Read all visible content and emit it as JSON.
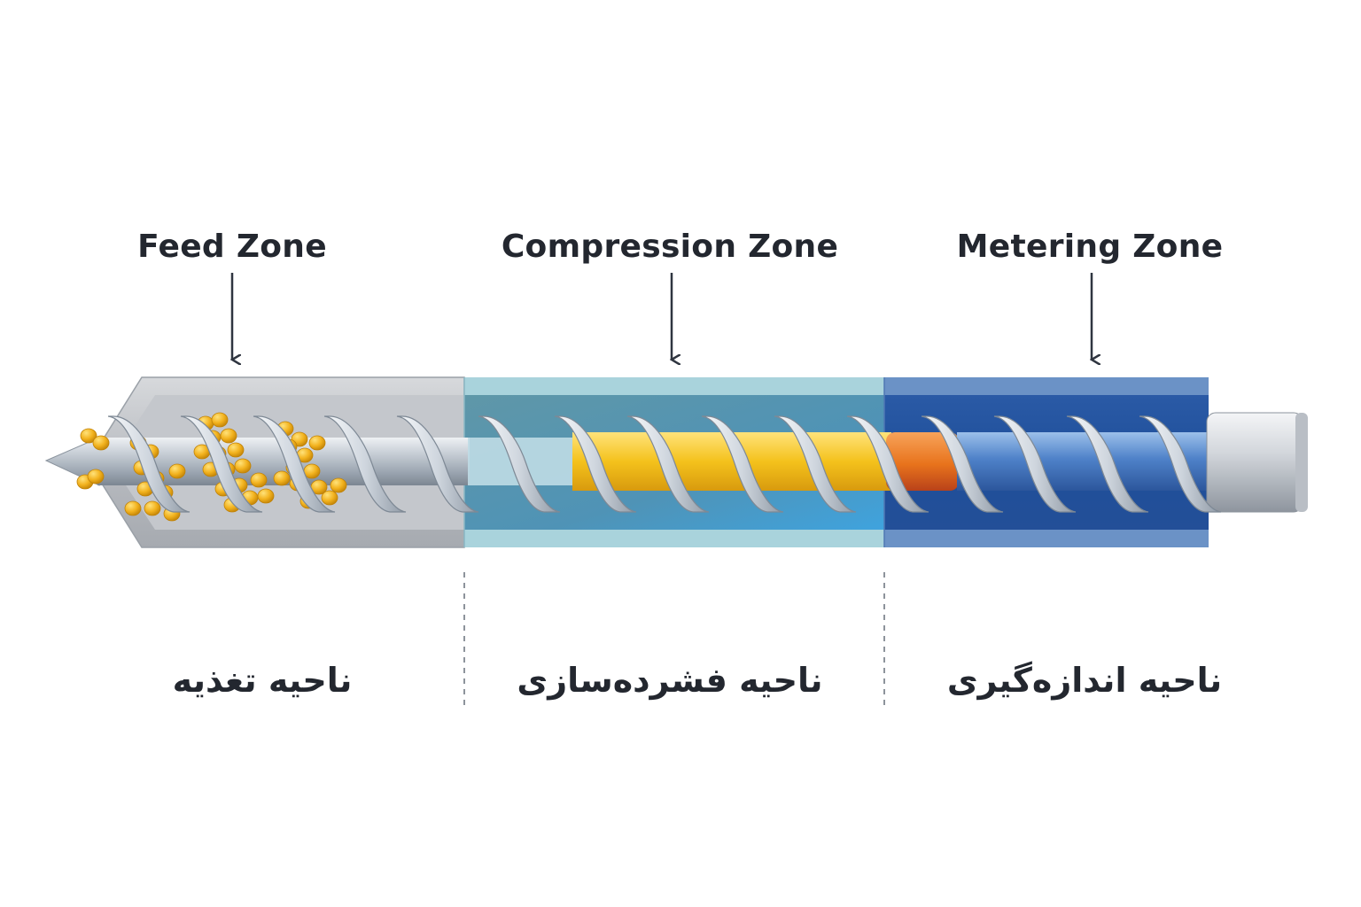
{
  "zones": [
    {
      "id": "feed",
      "label_en": "Feed Zone",
      "label_fa": "ناحیه تغذیه"
    },
    {
      "id": "compression",
      "label_en": "Compression Zone",
      "label_fa": "ناحیه فشرده‌سازی"
    },
    {
      "id": "metering",
      "label_en": "Metering Zone",
      "label_fa": "ناحیه اندازه‌گیری"
    }
  ],
  "colors": {
    "feed_barrel": "#c9cbcf",
    "compression_barrel": "#6aa7bd",
    "metering_barrel": "#2f5fa8",
    "pellets": "#f2b21e",
    "melt_yellow": "#f4c21c",
    "melt_orange": "#e8731c",
    "shaft_steel": "#b9c2cc",
    "text": "#23272f"
  }
}
